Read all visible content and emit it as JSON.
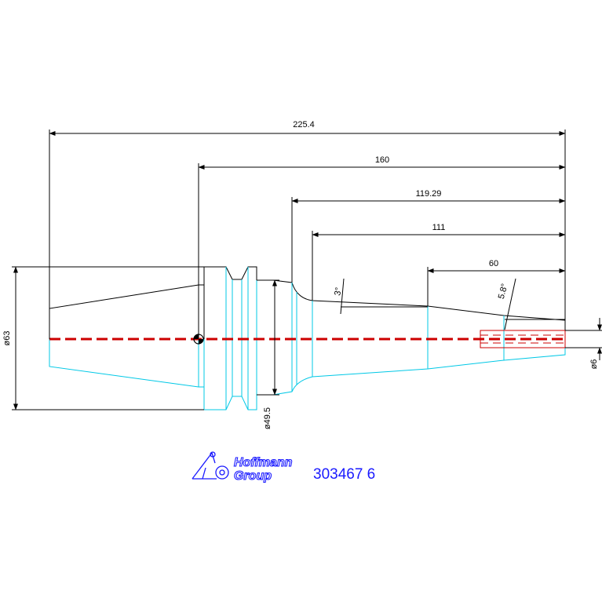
{
  "drawing": {
    "dimensions": {
      "overall_length": "225.4",
      "length_160": "160",
      "length_119": "119.29",
      "length_111": "111",
      "length_60": "60",
      "angle_3": "3°",
      "angle_5_8": "5.8°",
      "dia_63": "ø63",
      "dia_49_5": "ø49.5",
      "dia_6": "ø6"
    },
    "title_block": {
      "logo_line1": "Hoffmann",
      "logo_line2": "Group",
      "part_number": "303467 6"
    },
    "colors": {
      "outline": "#000000",
      "hidden_half": "#00c8e6",
      "centerline": "#cc0000",
      "brand": "#1a1aff"
    }
  }
}
